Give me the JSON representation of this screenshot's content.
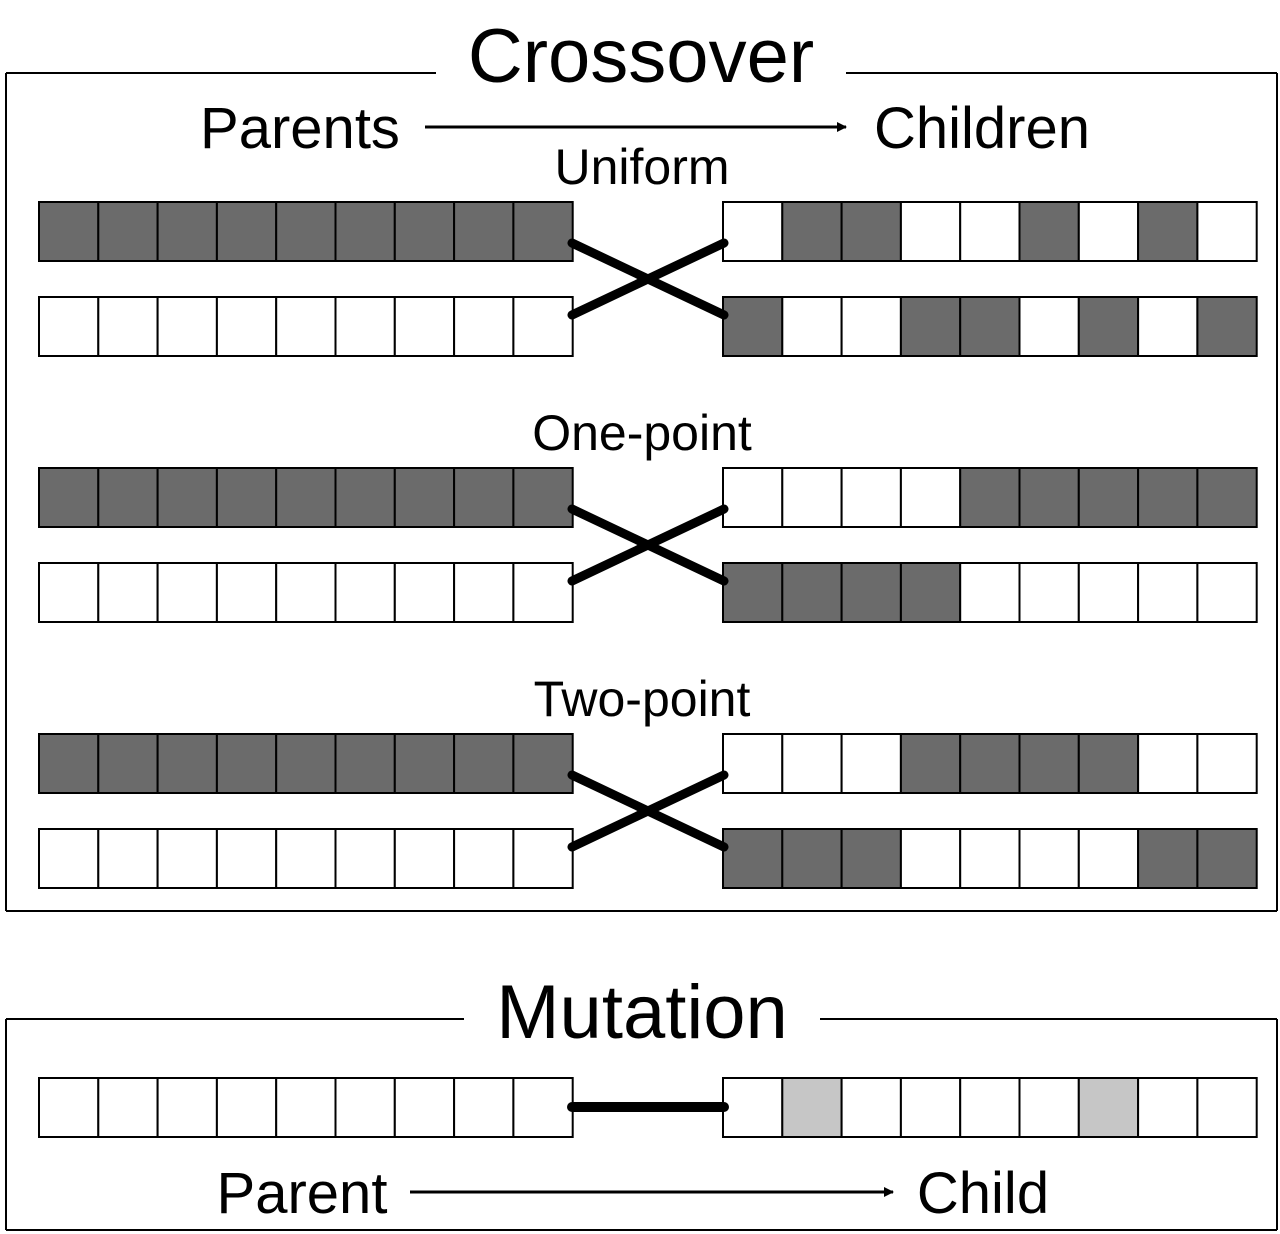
{
  "crossover": {
    "title": "Crossover",
    "from_label": "Parents",
    "to_label": "Children",
    "methods": [
      {
        "name": "Uniform",
        "parent_a": [
          1,
          1,
          1,
          1,
          1,
          1,
          1,
          1,
          1
        ],
        "parent_b": [
          0,
          0,
          0,
          0,
          0,
          0,
          0,
          0,
          0
        ],
        "child_a": [
          0,
          1,
          1,
          0,
          0,
          1,
          0,
          1,
          0
        ],
        "child_b": [
          1,
          0,
          0,
          1,
          1,
          0,
          1,
          0,
          1
        ]
      },
      {
        "name": "One-point",
        "parent_a": [
          1,
          1,
          1,
          1,
          1,
          1,
          1,
          1,
          1
        ],
        "parent_b": [
          0,
          0,
          0,
          0,
          0,
          0,
          0,
          0,
          0
        ],
        "child_a": [
          0,
          0,
          0,
          0,
          1,
          1,
          1,
          1,
          1
        ],
        "child_b": [
          1,
          1,
          1,
          1,
          0,
          0,
          0,
          0,
          0
        ]
      },
      {
        "name": "Two-point",
        "parent_a": [
          1,
          1,
          1,
          1,
          1,
          1,
          1,
          1,
          1
        ],
        "parent_b": [
          0,
          0,
          0,
          0,
          0,
          0,
          0,
          0,
          0
        ],
        "child_a": [
          0,
          0,
          0,
          1,
          1,
          1,
          1,
          0,
          0
        ],
        "child_b": [
          1,
          1,
          1,
          0,
          0,
          0,
          0,
          1,
          1
        ]
      }
    ]
  },
  "mutation": {
    "title": "Mutation",
    "from_label": "Parent",
    "to_label": "Child",
    "parent": [
      0,
      0,
      0,
      0,
      0,
      0,
      0,
      0,
      0
    ],
    "child": [
      0,
      1,
      0,
      0,
      0,
      0,
      1,
      0,
      0
    ]
  },
  "colors": {
    "gene_dark": "#6b6b6b",
    "gene_light": "#ffffff",
    "gene_mutated": "#c6c6c6",
    "stroke": "#000000"
  }
}
